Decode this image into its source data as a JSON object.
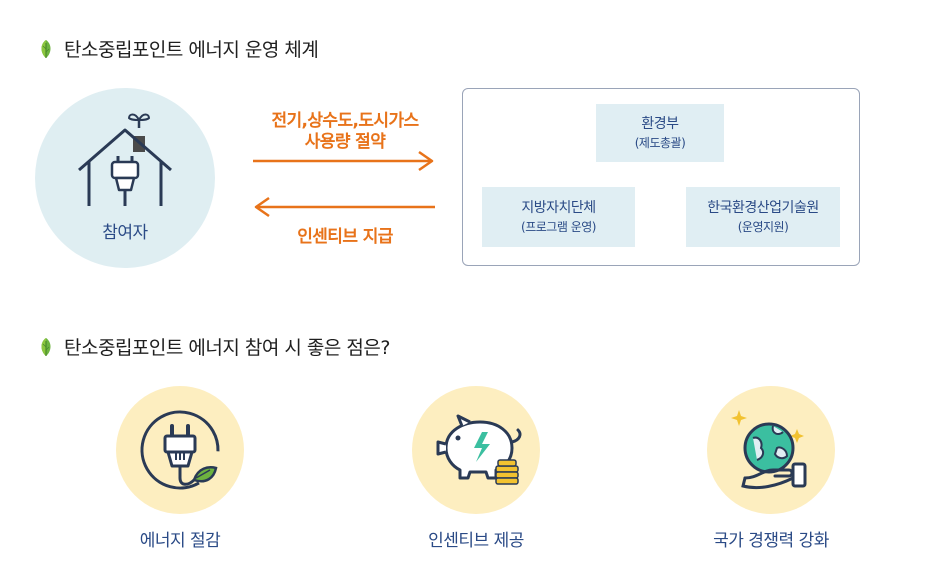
{
  "section1": {
    "title": "탄소중립포인트 에너지 운영 체계"
  },
  "participant": {
    "label": "참여자"
  },
  "flows": {
    "save_line1": "전기,상수도,도시가스",
    "save_line2": "사용량 절약",
    "incentive": "인센티브 지급"
  },
  "orgs": {
    "env": {
      "name": "환경부",
      "role": "(제도총괄)"
    },
    "local": {
      "name": "지방자치단체",
      "role": "(프로그램 운영)"
    },
    "keiti": {
      "name": "한국환경산업기술원",
      "role": "(운영지원)"
    }
  },
  "section2": {
    "title": "탄소중립포인트 에너지 참여 시 좋은 점은?"
  },
  "benefits": [
    {
      "label": "에너지 절감",
      "icon": "plug-leaf-icon"
    },
    {
      "label": "인센티브 제공",
      "icon": "piggy-bank-icon"
    },
    {
      "label": "국가 경쟁력 강화",
      "icon": "globe-hand-icon"
    }
  ],
  "colors": {
    "accent_orange": "#e8731a",
    "label_navy": "#2a4a86",
    "leaf_green": "#6db33f",
    "circle_blue": "#dfeef2",
    "circle_yellow": "#fdeec0"
  }
}
